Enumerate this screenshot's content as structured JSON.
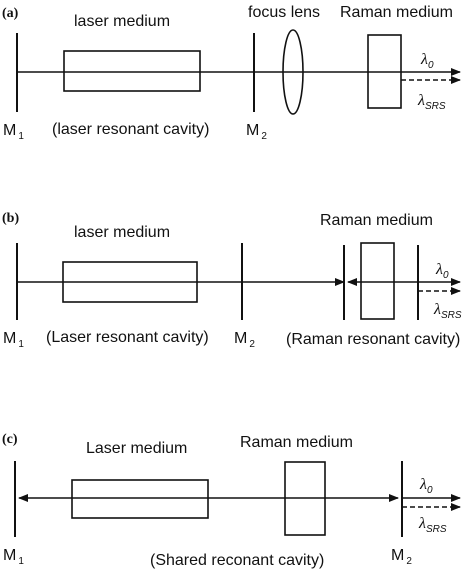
{
  "panels": [
    {
      "tag": "(a)",
      "laser_medium": "laser medium",
      "focus_lens": "focus lens",
      "raman_medium": "Raman medium",
      "m1": "M",
      "m1_sub": "1",
      "m2": "M",
      "m2_sub": "2",
      "cavity": "(laser resonant cavity)",
      "lambda0": "λ",
      "lambda0_sub": "0",
      "lambdaS": "λ",
      "lambdaS_sub": "SRS"
    },
    {
      "tag": "(b)",
      "laser_medium": "laser medium",
      "raman_medium": "Raman medium",
      "m1": "M",
      "m1_sub": "1",
      "m2": "M",
      "m2_sub": "2",
      "cavity1": "(Laser resonant cavity)",
      "cavity2": "(Raman resonant cavity)",
      "lambda0": "λ",
      "lambda0_sub": "0",
      "lambdaS": "λ",
      "lambdaS_sub": "SRS"
    },
    {
      "tag": "(c)",
      "laser_medium": "Laser medium",
      "raman_medium": "Raman medium",
      "m1": "M",
      "m1_sub": "1",
      "m2": "M",
      "m2_sub": "2",
      "cavity": "(Shared reconant cavity)",
      "lambda0": "λ",
      "lambda0_sub": "0",
      "lambdaS": "λ",
      "lambdaS_sub": "SRS"
    }
  ]
}
